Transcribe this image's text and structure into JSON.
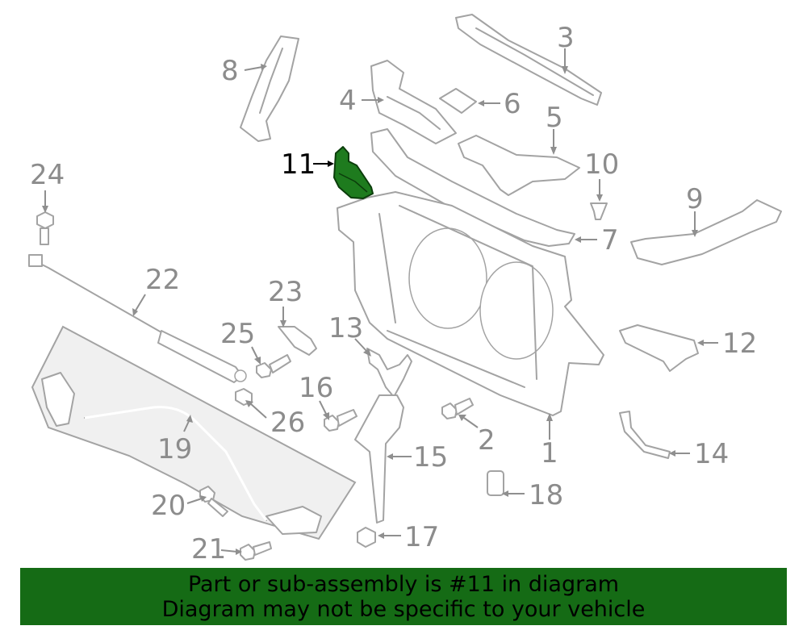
{
  "callouts": {
    "c1": "1",
    "c2": "2",
    "c3": "3",
    "c4": "4",
    "c5": "5",
    "c6": "6",
    "c7": "7",
    "c8": "8",
    "c9": "9",
    "c10": "10",
    "c11": "11",
    "c12": "12",
    "c13": "13",
    "c14": "14",
    "c15": "15",
    "c16": "16",
    "c17": "17",
    "c18": "18",
    "c19": "19",
    "c20": "20",
    "c21": "21",
    "c22": "22",
    "c23": "23",
    "c24": "24",
    "c25": "25",
    "c26": "26"
  },
  "highlight": {
    "part_number": "11",
    "color": "#1e7b1e"
  },
  "banner": {
    "line1": "Part or sub-assembly is #11 in diagram",
    "line2": "Diagram may not be specific to your vehicle",
    "background": "#156b15"
  }
}
